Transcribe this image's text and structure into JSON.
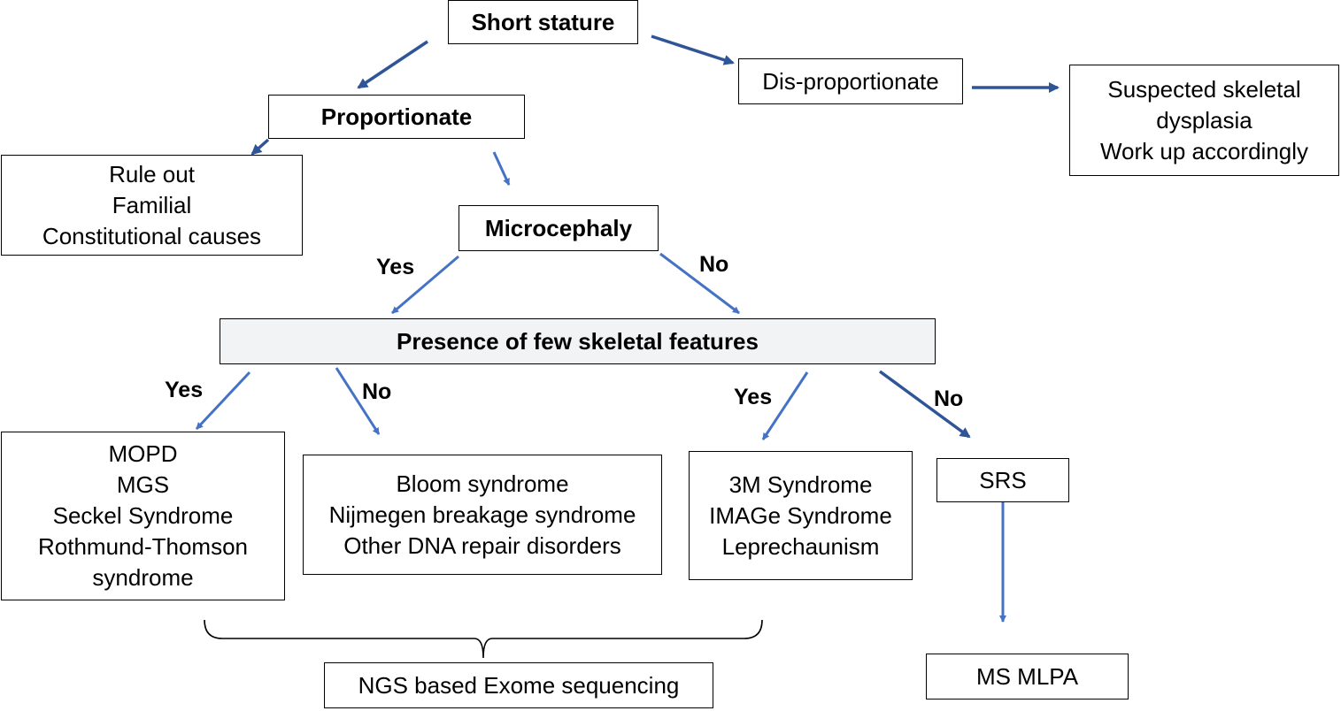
{
  "nodes": {
    "short_stature": {
      "lines": [
        "Short stature"
      ]
    },
    "proportionate": {
      "lines": [
        "Proportionate"
      ]
    },
    "disproportionate": {
      "lines": [
        "Dis-proportionate"
      ]
    },
    "skeletal_dysplasia": {
      "lines": [
        "Suspected skeletal",
        "dysplasia",
        "Work up accordingly"
      ]
    },
    "rule_out": {
      "lines": [
        "Rule out",
        "Familial",
        "Constitutional causes"
      ]
    },
    "microcephaly": {
      "lines": [
        "Microcephaly"
      ]
    },
    "skeletal_features": {
      "lines": [
        "Presence of few skeletal features"
      ]
    },
    "mopd_group": {
      "lines": [
        "MOPD",
        "MGS",
        "Seckel Syndrome",
        "Rothmund-Thomson",
        "syndrome"
      ]
    },
    "dna_repair_group": {
      "lines": [
        "Bloom syndrome",
        "Nijmegen breakage syndrome",
        "Other DNA repair disorders"
      ]
    },
    "three_m_group": {
      "lines": [
        "3M Syndrome",
        "IMAGe Syndrome",
        "Leprechaunism"
      ]
    },
    "srs": {
      "lines": [
        "SRS"
      ]
    },
    "ngs": {
      "lines": [
        "NGS based Exome sequencing"
      ]
    },
    "ms_mlpa": {
      "lines": [
        "MS MLPA"
      ]
    }
  },
  "edge_labels": {
    "microcephaly_yes": "Yes",
    "microcephaly_no": "No",
    "left_yes": "Yes",
    "left_no": "No",
    "right_yes": "Yes",
    "right_no": "No"
  },
  "colors": {
    "arrow_blue": "#4472c4",
    "arrow_dark_blue": "#2f5597",
    "box_border": "#000000",
    "shaded_box": "#f2f3f5"
  }
}
